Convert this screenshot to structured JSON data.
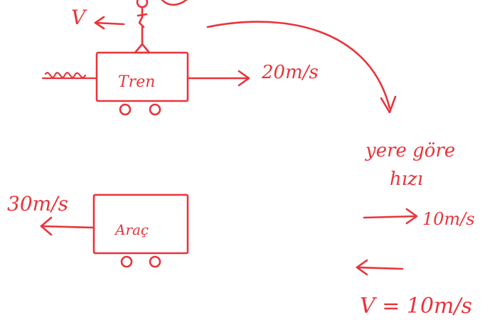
{
  "ink_color": "#e8343a",
  "labels": {
    "person_velocity": "V",
    "train": "Tren",
    "train_speed": "20m/s",
    "car": "Araç",
    "car_speed": "30m/s",
    "note_line1": "yere göre",
    "note_line2": "hızı",
    "result_speed": "10m/s",
    "result_v": "V = 10m/s"
  }
}
